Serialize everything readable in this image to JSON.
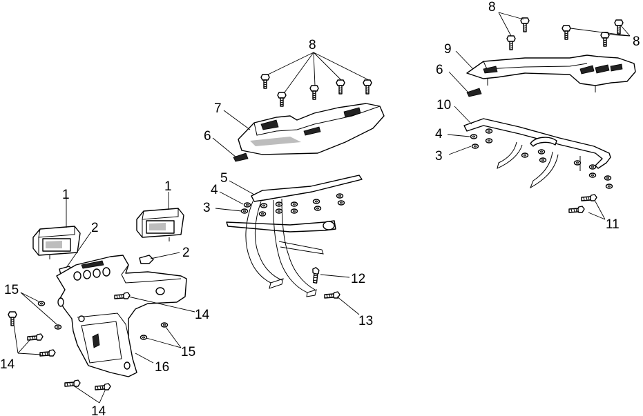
{
  "callouts": {
    "c8_top_right": "8",
    "c8_right": "8",
    "c9": "9",
    "c6_right": "6",
    "c10": "10",
    "c4_right": "4",
    "c3_right": "3",
    "c11": "11",
    "c8_center": "8",
    "c7": "7",
    "c6_center": "6",
    "c5": "5",
    "c4_center": "4",
    "c3_center": "3",
    "c12": "12",
    "c13": "13",
    "c1_left": "1",
    "c1_right": "1",
    "c2_left": "2",
    "c2_right": "2",
    "c15_left": "15",
    "c14_mid": "14",
    "c15_right": "15",
    "c14_left": "14",
    "c16": "16",
    "c14_bottom": "14"
  }
}
